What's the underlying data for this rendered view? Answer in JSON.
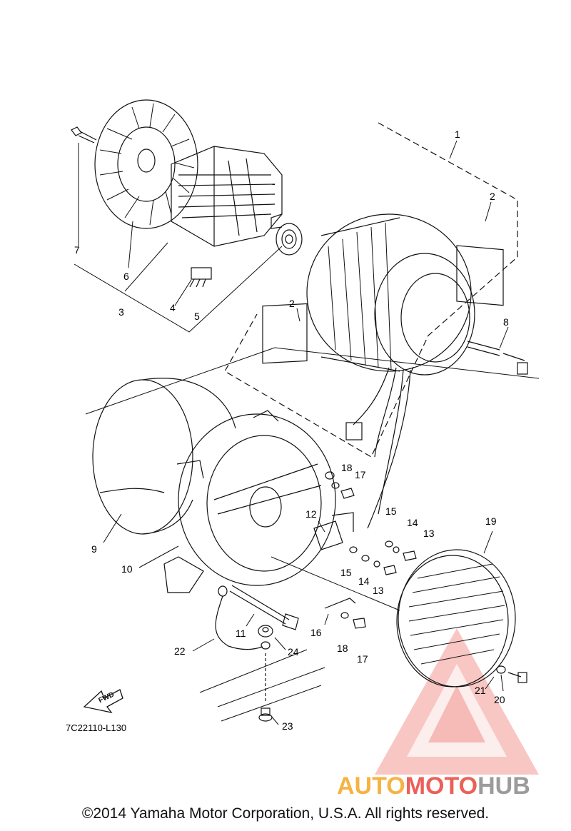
{
  "diagram": {
    "callouts": [
      {
        "id": "c1",
        "label": "1"
      },
      {
        "id": "c2a",
        "label": "2"
      },
      {
        "id": "c2b",
        "label": "2"
      },
      {
        "id": "c3",
        "label": "3"
      },
      {
        "id": "c4",
        "label": "4"
      },
      {
        "id": "c5",
        "label": "5"
      },
      {
        "id": "c6",
        "label": "6"
      },
      {
        "id": "c7",
        "label": "7"
      },
      {
        "id": "c8",
        "label": "8"
      },
      {
        "id": "c9",
        "label": "9"
      },
      {
        "id": "c10",
        "label": "10"
      },
      {
        "id": "c11",
        "label": "11"
      },
      {
        "id": "c12",
        "label": "12"
      },
      {
        "id": "c13a",
        "label": "13"
      },
      {
        "id": "c13b",
        "label": "13"
      },
      {
        "id": "c14a",
        "label": "14"
      },
      {
        "id": "c14b",
        "label": "14"
      },
      {
        "id": "c15a",
        "label": "15"
      },
      {
        "id": "c15b",
        "label": "15"
      },
      {
        "id": "c16",
        "label": "16"
      },
      {
        "id": "c17a",
        "label": "17"
      },
      {
        "id": "c17b",
        "label": "17"
      },
      {
        "id": "c18a",
        "label": "18"
      },
      {
        "id": "c18b",
        "label": "18"
      },
      {
        "id": "c19",
        "label": "19"
      },
      {
        "id": "c20",
        "label": "20"
      },
      {
        "id": "c21",
        "label": "21"
      },
      {
        "id": "c22",
        "label": "22"
      },
      {
        "id": "c23",
        "label": "23"
      },
      {
        "id": "c24",
        "label": "24"
      }
    ],
    "fwd_label": "FWD",
    "reference_code": "7C22110-L130"
  },
  "watermark": {
    "brand_part1": "AUTO",
    "brand_part2": "MOTO",
    "brand_part3": "HUB",
    "colors": {
      "orange": "#f5a623",
      "red": "#e8453c",
      "gray": "#8a8a8a"
    }
  },
  "footer": {
    "copyright": "©2014 Yamaha Motor Corporation, U.S.A. All rights reserved."
  }
}
